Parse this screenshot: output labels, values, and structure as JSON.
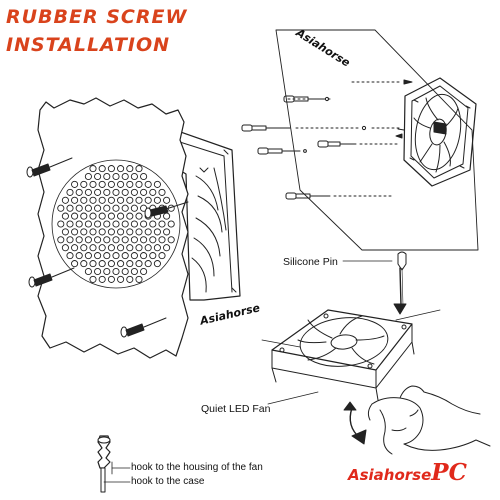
{
  "title": {
    "line1": "RUBBER SCREW",
    "line2": "INSTALLATION"
  },
  "brand": {
    "top_panel": "Asiahorse",
    "fan_label": "Asiahorse"
  },
  "callouts": {
    "silicone_pin": "Silicone Pin",
    "quiet_led_fan": "Quiet LED Fan",
    "hook_fan": "hook to the housing of the fan",
    "hook_case": "hook to the case"
  },
  "logo": {
    "word": "Asiahorse",
    "suffix": "PC"
  },
  "colors": {
    "title": "#d9431c",
    "logo": "#e0291b",
    "line": "#222222"
  }
}
